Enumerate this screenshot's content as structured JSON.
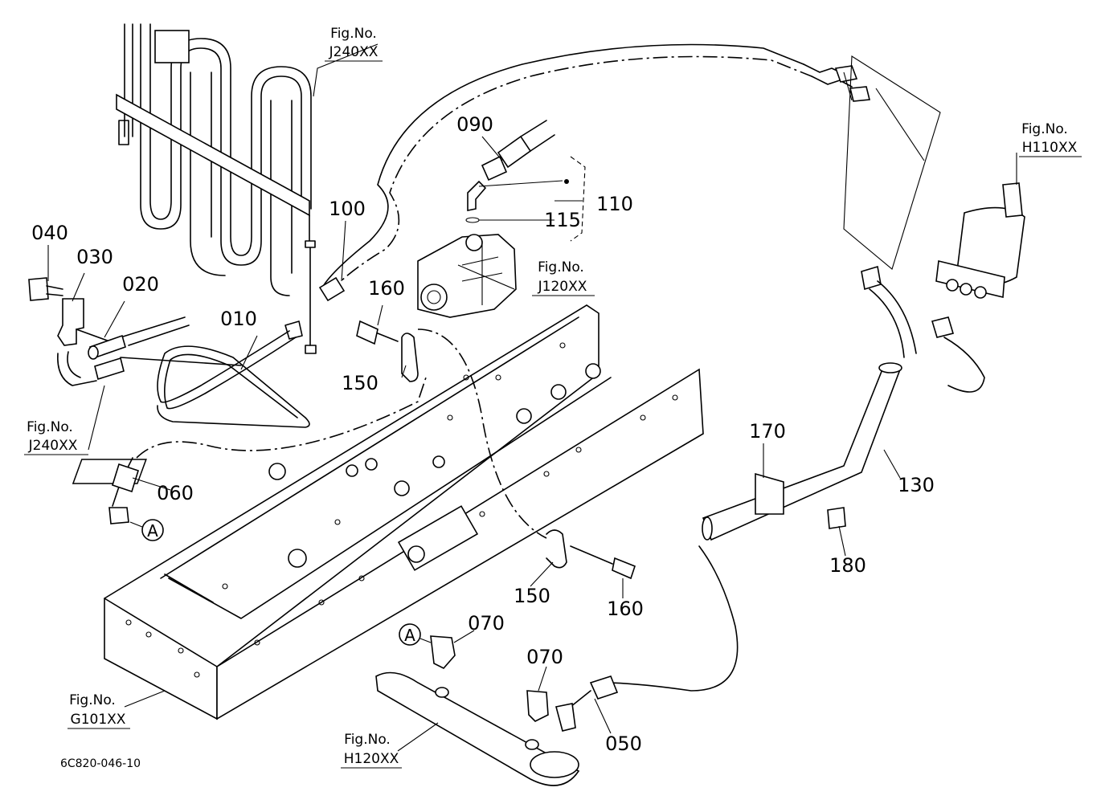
{
  "diagram_code": "6C820-046-10",
  "fig_refs": {
    "j240_top": {
      "line1": "Fig.No.",
      "line2": "J240XX"
    },
    "j240_left": {
      "line1": "Fig.No.",
      "line2": "J240XX"
    },
    "j120": {
      "line1": "Fig.No.",
      "line2": "J120XX"
    },
    "h110": {
      "line1": "Fig.No.",
      "line2": "H110XX"
    },
    "g101": {
      "line1": "Fig.No.",
      "line2": "G101XX"
    },
    "h120": {
      "line1": "Fig.No.",
      "line2": "H120XX"
    }
  },
  "parts": {
    "p010": "010",
    "p020": "020",
    "p030": "030",
    "p040": "040",
    "p050": "050",
    "p060": "060",
    "p070a": "070",
    "p070b": "070",
    "p090": "090",
    "p100": "100",
    "p110": "110",
    "p115": "115",
    "p130": "130",
    "p150a": "150",
    "p150b": "150",
    "p160a": "160",
    "p160b": "160",
    "p170": "170",
    "p180": "180"
  },
  "connectors": {
    "a_left": "A",
    "a_bottom": "A"
  }
}
